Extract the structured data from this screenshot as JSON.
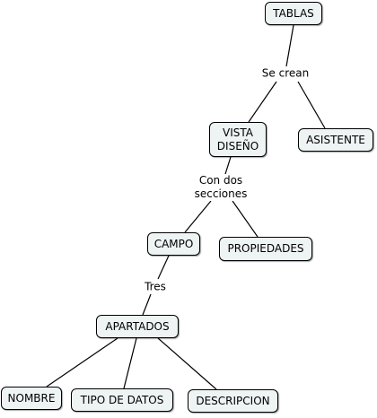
{
  "nodes": {
    "tablas": "TABLAS",
    "vista_diseno": "VISTA\nDISEÑO",
    "asistente": "ASISTENTE",
    "campo": "CAMPO",
    "propiedades": "PROPIEDADES",
    "apartados": "APARTADOS",
    "nombre": "NOMBRE",
    "tipo_de_datos": "TIPO DE DATOS",
    "descripcion": "DESCRIPCION"
  },
  "links": {
    "se_crean": "Se crean",
    "con_dos_secciones": "Con dos\nsecciones",
    "tres": "Tres"
  }
}
